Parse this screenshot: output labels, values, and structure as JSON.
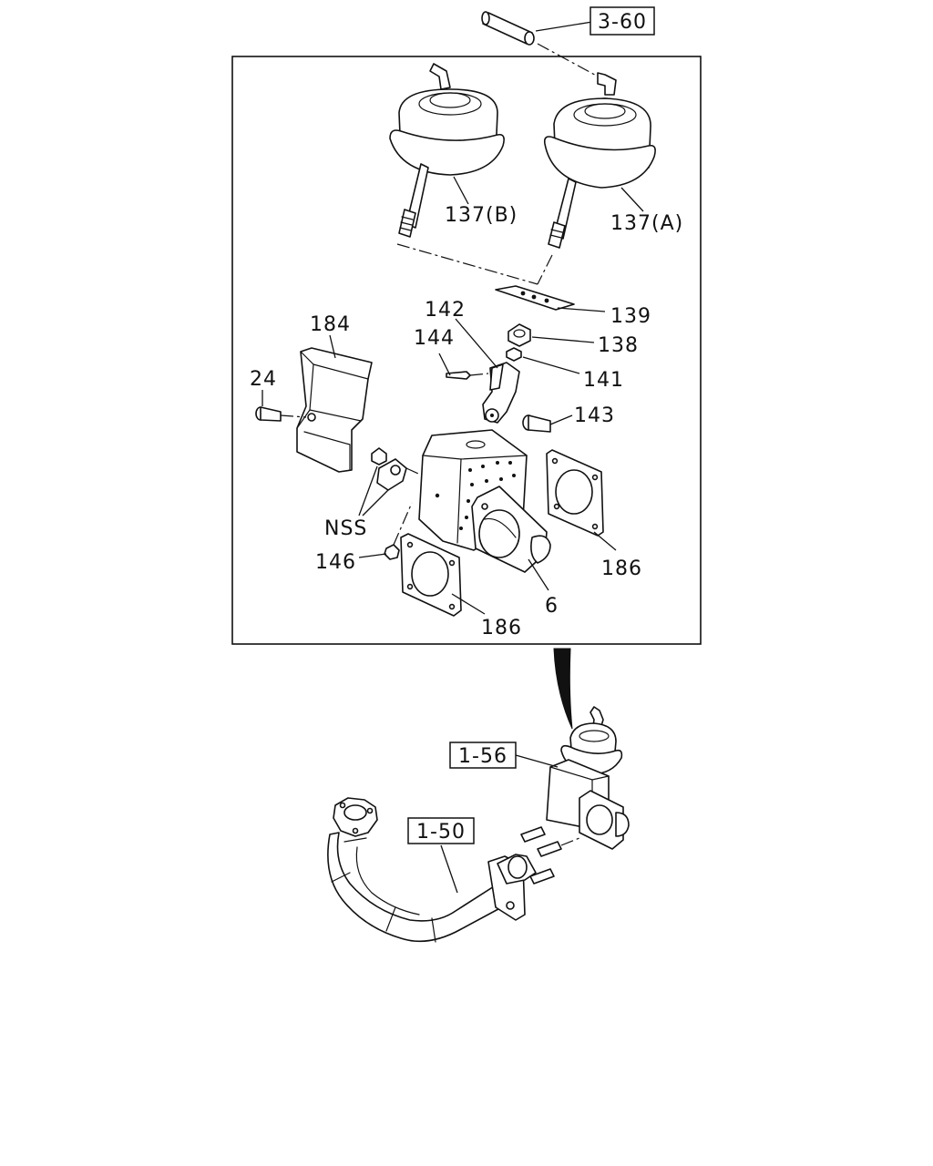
{
  "references": {
    "top_hose": "3-60",
    "actuator_ref": "1-56",
    "pipe_ref": "1-50"
  },
  "parts": {
    "actuator_b": "137(B)",
    "actuator_a": "137(A)",
    "plate": "139",
    "nut": "138",
    "washer": "141",
    "lever": "142",
    "pin": "144",
    "bolt_143": "143",
    "cover": "184",
    "bolt_24": "24",
    "nss": "NSS",
    "clip": "146",
    "gasket_right": "186",
    "gasket_left": "186",
    "valve_body": "6"
  }
}
